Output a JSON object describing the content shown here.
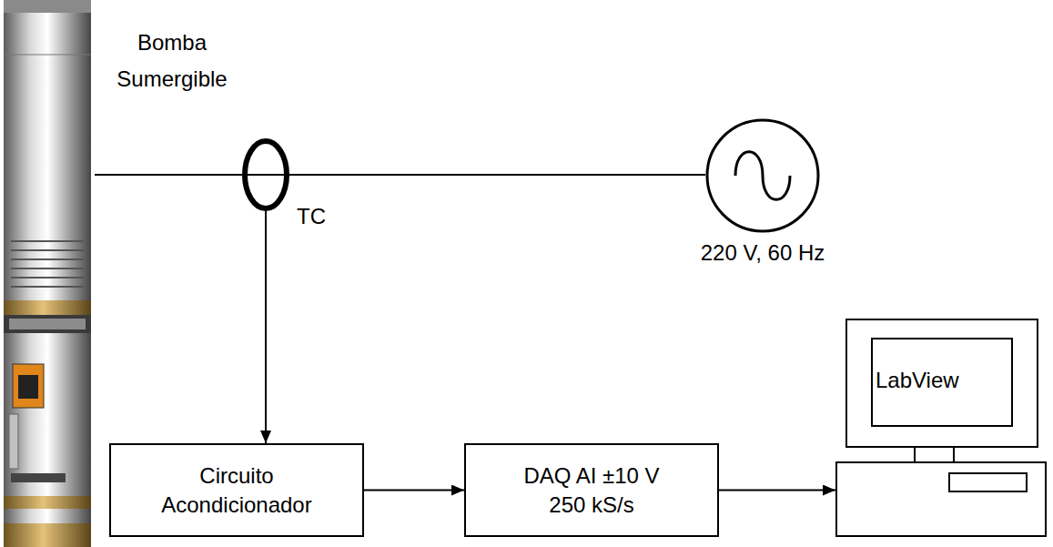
{
  "diagram": {
    "nodes": [
      {
        "text": [
          "Bomba Sumergible"
        ]
      },
      {
        "text": [
          "TC"
        ]
      },
      {
        "text": [
          "220 V, 60 Hz"
        ]
      },
      {
        "text": [
          "Circuito Acondicionador"
        ]
      },
      {
        "text": [
          "DAQ AI ±10 V 250 kS/s"
        ]
      },
      {
        "text": [
          "LabView"
        ]
      }
    ],
    "edges": [
      {
        "from": 0,
        "to": 1,
        "arrow": "none"
      },
      {
        "from": 1,
        "to": 2,
        "arrow": "none"
      },
      {
        "from": 1,
        "to": 3,
        "arrow": "to"
      },
      {
        "from": 3,
        "to": 4,
        "arrow": "to"
      },
      {
        "from": 4,
        "to": 5,
        "arrow": "to"
      }
    ]
  }
}
